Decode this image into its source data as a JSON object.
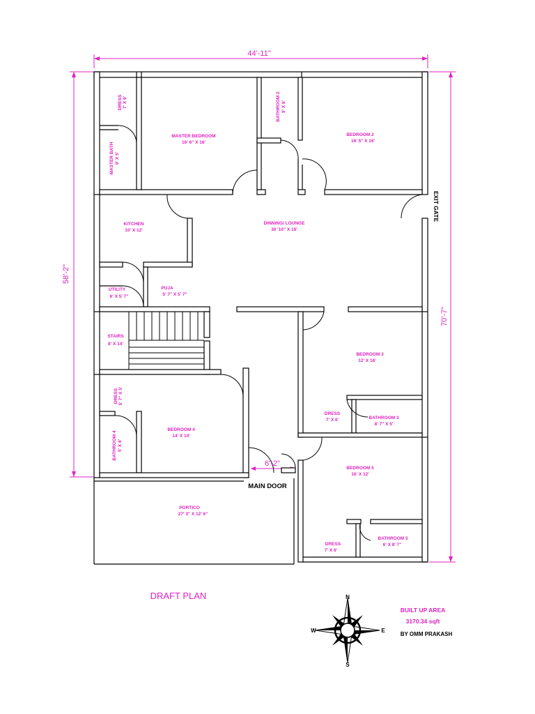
{
  "dimensions": {
    "top": "44'-11\"",
    "left": "58'-2\"",
    "right": "70'-7\"",
    "door": "6'-2\""
  },
  "rooms": {
    "dress1": {
      "name": "DRESS",
      "size": "7' X 6'"
    },
    "master_bath": {
      "name": "MASTER BATH",
      "size": "9' X 5'"
    },
    "master_bedroom": {
      "name": "MASTER BEDROOM",
      "size": "16' 6\" X 16'"
    },
    "bathroom2": {
      "name": "BATHROOM 2",
      "size": "9' X 6'"
    },
    "bedroom2": {
      "name": "BEDROOM 2",
      "size": "16' 5\" X 16'"
    },
    "kitchen": {
      "name": "KITCHEN",
      "size": "10' X 12'"
    },
    "dining": {
      "name": "DINNING/ LOUNGE",
      "size": "30 '10\"  X  16'"
    },
    "utility": {
      "name": "UTILITY",
      "size": "6' X 5' 7\""
    },
    "puja": {
      "name": "PUJA",
      "size": "5' 7\" X 5' 7\""
    },
    "stairs": {
      "name": "STAIRS",
      "size": "8' X 14'"
    },
    "bedroom3": {
      "name": "BEDROOM 3",
      "size": "12' X 16'"
    },
    "dress3": {
      "name": "DRESS",
      "size": "7' X 6'"
    },
    "bathroom3": {
      "name": "BATHROOM 3",
      "size": "8' 7\" X 5'"
    },
    "dress4": {
      "name": "DRESS",
      "size": "5' 7\" X 5'"
    },
    "bedroom4": {
      "name": "BEDROOM 4",
      "size": "14' X 14'"
    },
    "bathroom4": {
      "name": "BATHROOM 4",
      "size": "5' X 8'"
    },
    "bedroom5": {
      "name": "BEDROOM 5",
      "size": "16' X 12'"
    },
    "dress5": {
      "name": "DRESS",
      "size": "7' X 6'"
    },
    "bathroom5": {
      "name": "BATHROOM 5",
      "size": "6' X 8' 7\""
    },
    "portico": {
      "name": "PORTICO",
      "size": "27' 3\" X 12' 6\""
    }
  },
  "labels": {
    "exit_gate": "EXIT GATE",
    "main_door": "MAIN DOOR",
    "draft_plan": "DRAFT PLAN",
    "built_up_area": "BUILT UP AREA",
    "area_value": "3170.34 sqft",
    "author": "BY OMM PRAKASH"
  },
  "compass": {
    "n": "N",
    "s": "S",
    "e": "E",
    "w": "W"
  },
  "colors": {
    "accent": "#e020c0",
    "lines": "#000000"
  }
}
